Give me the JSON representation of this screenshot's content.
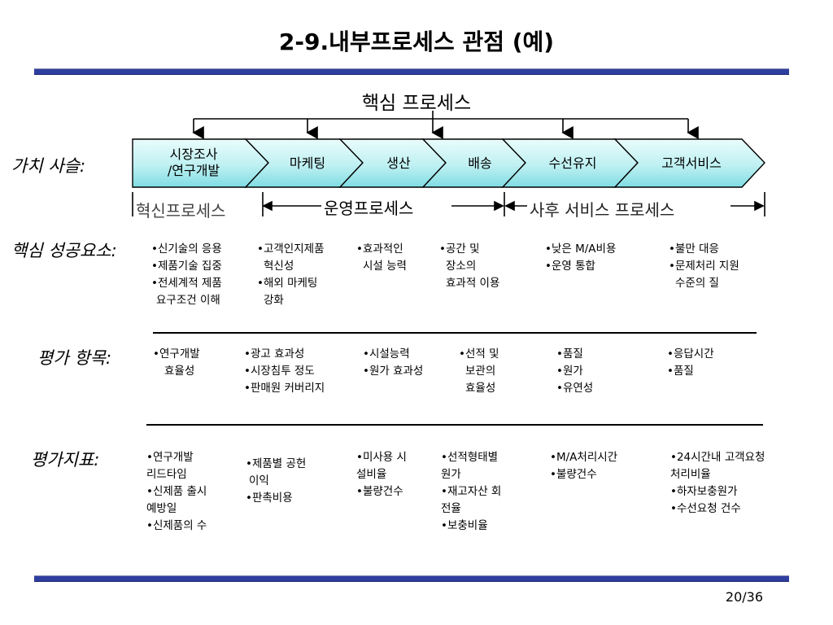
{
  "title": "2-9.내부프로세스 관점 (예)",
  "core_process": "핵심 프로세스",
  "value_chain_label": "가치 사슬:",
  "chain": [
    {
      "line1": "시장조사",
      "line2": "/연구개발"
    },
    {
      "line1": "마케팅",
      "line2": ""
    },
    {
      "line1": "생산",
      "line2": ""
    },
    {
      "line1": "배송",
      "line2": ""
    },
    {
      "line1": "수선유지",
      "line2": ""
    },
    {
      "line1": "고객서비스",
      "line2": ""
    }
  ],
  "process_groups": {
    "innovation": "혁신프로세스",
    "operation": "운영프로세스",
    "after_service": "사후 서비스 프로세스"
  },
  "rows": {
    "csf": {
      "label": "핵심 성공요소:",
      "cols": [
        [
          "•신기술의 응용",
          "•제품기술 집중",
          "•전세계적 제품",
          "요구조건 이해"
        ],
        [
          "•고객인지제품",
          "혁신성",
          "•해외 마케팅",
          "강화"
        ],
        [
          "•효과적인",
          "시설 능력"
        ],
        [
          "•공간 및",
          "장소의",
          "효과적 이용"
        ],
        [
          "•낮은 M/A비용",
          "•운영 통합"
        ],
        [
          "•불만 대응",
          "•문제처리 지원",
          "수준의 질"
        ]
      ]
    },
    "eval": {
      "label": "평가 항목:",
      "cols": [
        [
          "•연구개발",
          "효율성"
        ],
        [
          "•광고 효과성",
          "•시장침투 정도",
          "•판매원 커버리지"
        ],
        [
          "•시설능력",
          "•원가 효과성"
        ],
        [
          "•선적 및",
          "보관의",
          "효율성"
        ],
        [
          "•품질",
          "•원가",
          "•유연성"
        ],
        [
          "•응답시간",
          "•품질"
        ]
      ]
    },
    "kpi": {
      "label": "평가지표:",
      "cols": [
        [
          "•연구개발",
          "리드타임",
          "•신제품 출시",
          "예방일",
          "•신제품의 수"
        ],
        [
          "•제품별 공헌",
          "이익",
          "•판촉비용"
        ],
        [
          "•미사용 시",
          "설비율",
          "•불량건수"
        ],
        [
          "•선적형태별",
          "원가",
          "•재고자산 회",
          "전율",
          "•보충비율"
        ],
        [
          "•M/A처리시간",
          "•불량건수"
        ],
        [
          "•24시간내 고객요청",
          "처리비율",
          "•하자보충원가",
          "•수선요청 건수"
        ]
      ]
    }
  },
  "page_number": "20/36",
  "colors": {
    "accent_bar": "#2f3f9f",
    "chevron_fill_light": "#e8fbfb",
    "chevron_fill_dark": "#86e3e8"
  }
}
